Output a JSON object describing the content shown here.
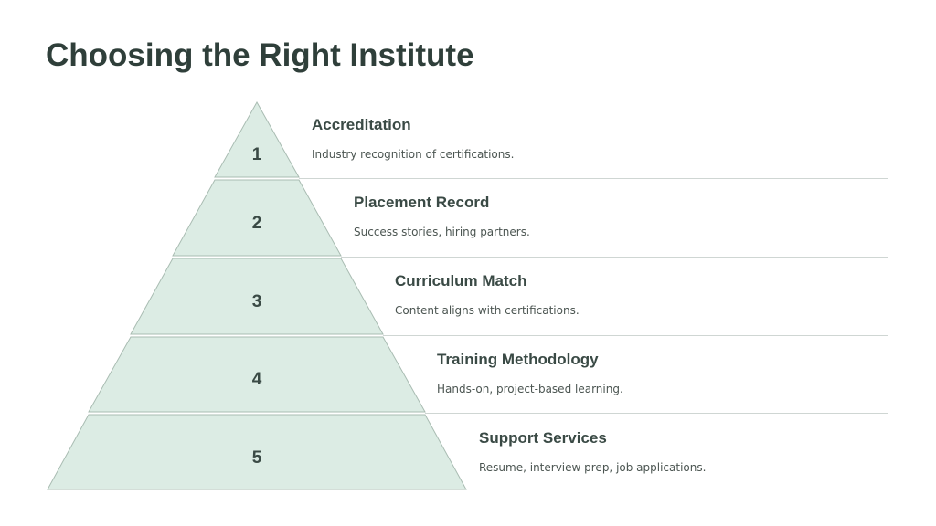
{
  "slide": {
    "title": "Choosing the Right Institute"
  },
  "levels": [
    {
      "number": "1",
      "title": "Accreditation",
      "description": "Industry recognition of certifications."
    },
    {
      "number": "2",
      "title": "Placement Record",
      "description": "Success stories, hiring partners."
    },
    {
      "number": "3",
      "title": "Curriculum Match",
      "description": "Content aligns with certifications."
    },
    {
      "number": "4",
      "title": "Training Methodology",
      "description": "Hands-on, project-based learning."
    },
    {
      "number": "5",
      "title": "Support Services",
      "description": "Resume, interview prep, job applications."
    }
  ],
  "colors": {
    "tier_fill": "#dcece4",
    "tier_stroke": "#a9bcb2",
    "title_text": "#2f3f3a",
    "divider": "#cfd6d3"
  }
}
